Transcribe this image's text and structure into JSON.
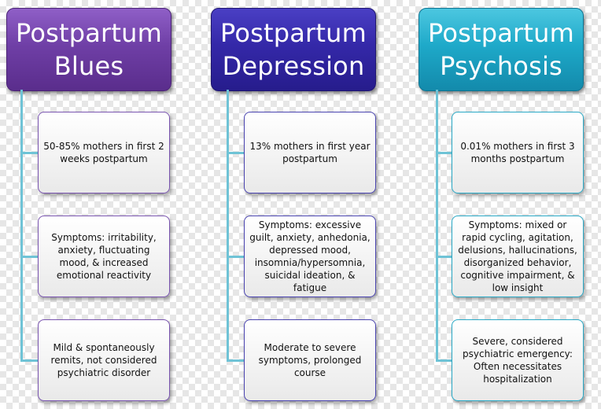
{
  "columns": [
    {
      "title_line1": "Postpartum",
      "title_line2": "Blues",
      "color": "#6f3fa6",
      "cards": [
        "50-85% mothers in first 2 weeks postpartum",
        "Symptoms: irritability, anxiety, fluctuating mood, & increased emotional reactivity",
        "Mild & spontaneously remits, not considered psychiatric disorder"
      ]
    },
    {
      "title_line1": "Postpartum",
      "title_line2": "Depression",
      "color": "#3428a8",
      "cards": [
        "13% mothers in first year postpartum",
        "Symptoms: excessive guilt, anxiety, anhedonia, depressed mood, insomnia/hypersomnia, suicidal ideation, & fatigue",
        "Moderate to severe symptoms, prolonged course"
      ]
    },
    {
      "title_line1": "Postpartum",
      "title_line2": "Psychosis",
      "color": "#1ea9c9",
      "cards": [
        "0.01% mothers in first 3 months postpartum",
        "Symptoms: mixed or rapid cycling, agitation, delusions, hallucinations, disorganized behavior, cognitive impairment, & low insight",
        "Severe, considered psychiatric emergency: Often necessitates hospitalization"
      ]
    }
  ]
}
